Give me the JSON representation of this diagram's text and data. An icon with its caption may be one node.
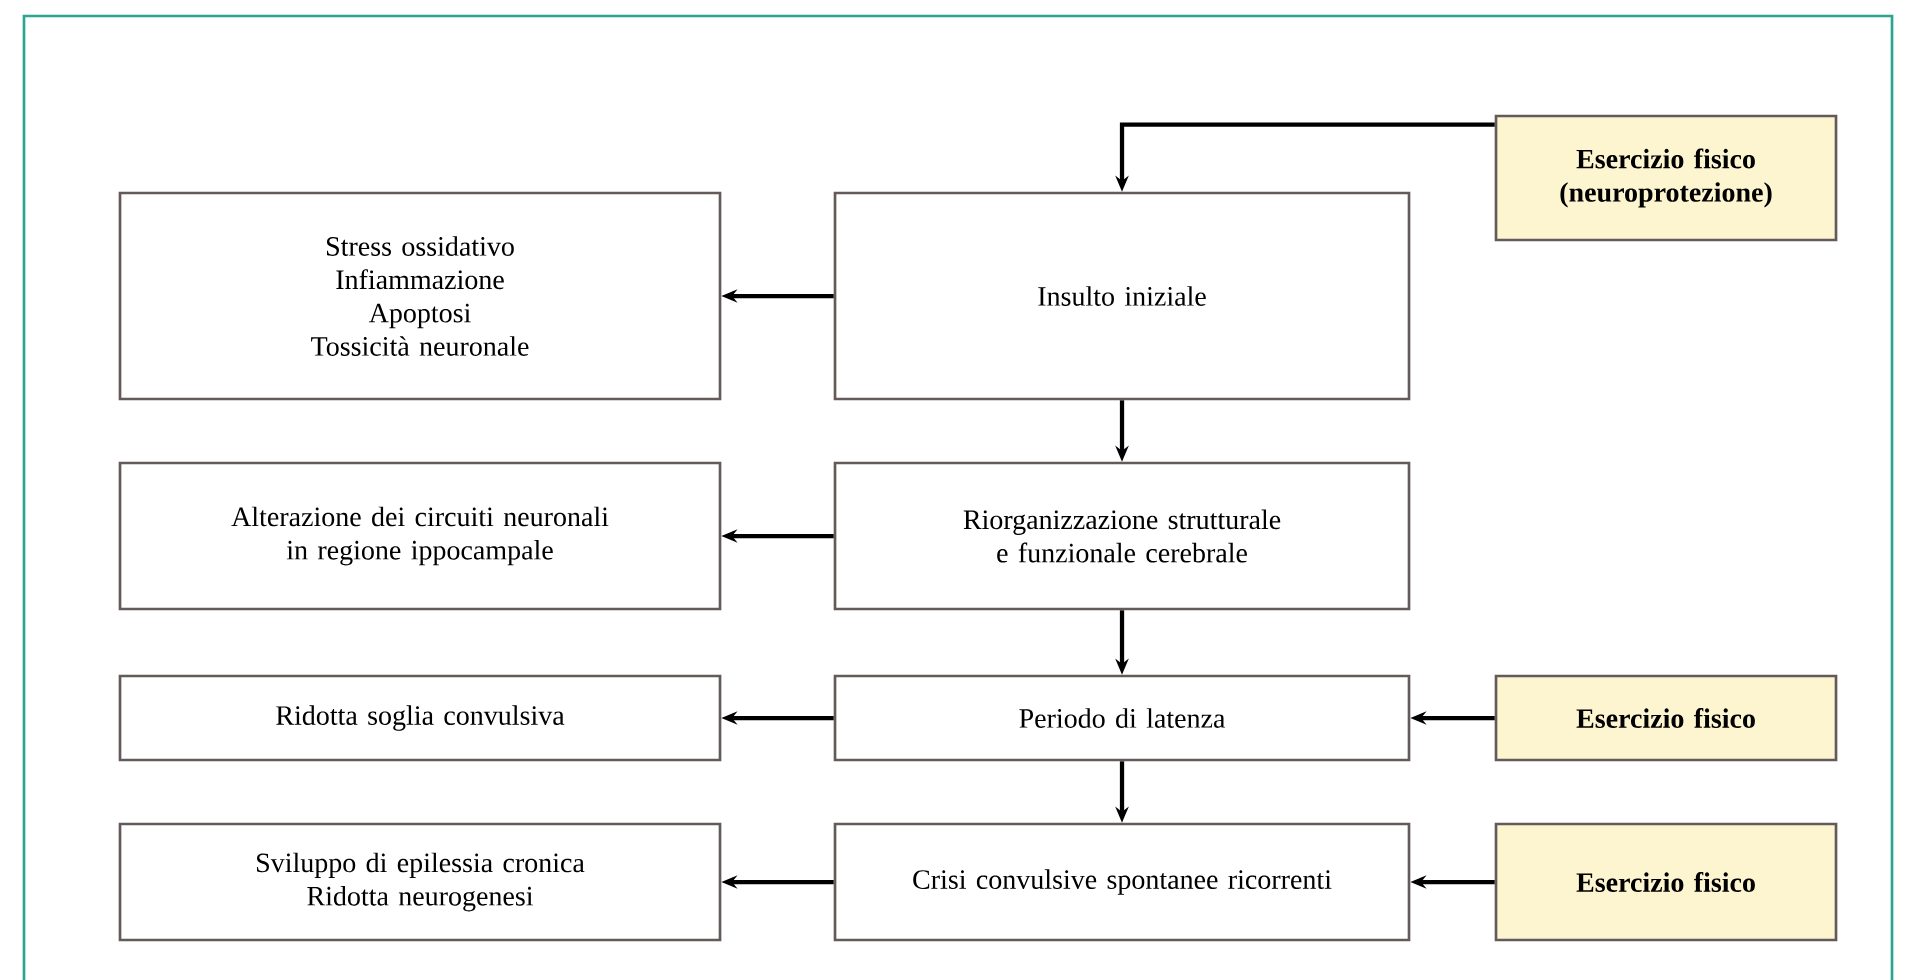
{
  "diagram": {
    "nodes": [
      {
        "text": [
          "Esercizio fisico (neuroprotezione)"
        ]
      },
      {
        "text": [
          "Stress ossidativo",
          "Infiammazione",
          "Apoptosi",
          "Tossicità neuronale"
        ]
      },
      {
        "text": [
          "Insulto iniziale"
        ]
      },
      {
        "text": [
          "Alterazione dei circuiti neuronali in regione ippocampale"
        ]
      },
      {
        "text": [
          "Riorganizzazione strutturale e funzionale cerebrale"
        ]
      },
      {
        "text": [
          "Ridotta soglia convulsiva"
        ]
      },
      {
        "text": [
          "Periodo di latenza"
        ]
      },
      {
        "text": [
          "Esercizio fisico"
        ]
      },
      {
        "text": [
          "Sviluppo di epilessia cronica",
          "Ridotta neurogenesi"
        ]
      },
      {
        "text": [
          "Crisi convulsive spontanee ricorrenti"
        ]
      },
      {
        "text": [
          "Esercizio fisico"
        ]
      }
    ],
    "edges": [
      {
        "from": 0,
        "to": 2,
        "arrow": "to"
      },
      {
        "from": 2,
        "to": 1,
        "arrow": "to"
      },
      {
        "from": 2,
        "to": 4,
        "arrow": "to"
      },
      {
        "from": 4,
        "to": 3,
        "arrow": "to"
      },
      {
        "from": 4,
        "to": 6,
        "arrow": "to"
      },
      {
        "from": 6,
        "to": 5,
        "arrow": "to"
      },
      {
        "from": 7,
        "to": 6,
        "arrow": "to"
      },
      {
        "from": 6,
        "to": 9,
        "arrow": "to"
      },
      {
        "from": 9,
        "to": 8,
        "arrow": "to"
      },
      {
        "from": 10,
        "to": 9,
        "arrow": "to"
      }
    ]
  }
}
